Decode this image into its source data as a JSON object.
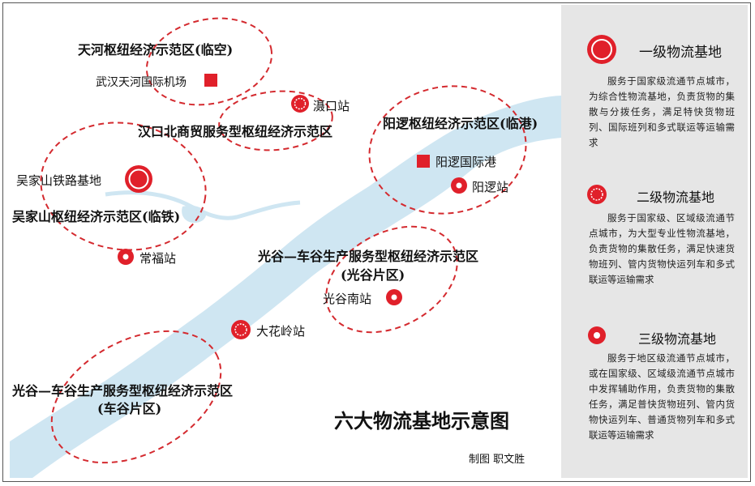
{
  "title": "六大物流基地示意图",
  "credit": "制图 职文胜",
  "zones": {
    "tianhe": "天河枢纽经济示范区(临空)",
    "hankou": "汉口北商贸服务型枢纽经济示范区",
    "yangluo": "阳逻枢纽经济示范区(临港)",
    "wujiashan": "吴家山枢纽经济示范区(临铁)",
    "guanggu_1": "光谷—车谷生产服务型枢纽经济示范区",
    "guanggu_2": "(光谷片区)",
    "chegu_1": "光谷—车谷生产服务型枢纽经济示范区",
    "chegu_2": "(车谷片区)"
  },
  "stations": {
    "tianhe_airport": "武汉天河国际机场",
    "shekou": "滠口站",
    "yangluo_port": "阳逻国际港",
    "yangluo_station": "阳逻站",
    "wujiashan_base": "吴家山铁路基地",
    "changfu": "常福站",
    "guanggu_south": "光谷南站",
    "dahualing": "大花岭站"
  },
  "legend": [
    {
      "icon": "level-1-base-icon",
      "title": "一级物流基地",
      "desc": "服务于国家级流通节点城市，为综合性物流基地，负责货物的集散与分拨任务，满足特快货物班列、国际班列和多式联运等运输需求"
    },
    {
      "icon": "level-2-base-icon",
      "title": "二级物流基地",
      "desc": "服务于国家级、区域级流通节点城市，为大型专业性物流基地，负责货物的集散任务，满足快速货物班列、管内货物快运列车和多式联运等运输需求"
    },
    {
      "icon": "level-3-base-icon",
      "title": "三级物流基地",
      "desc": "服务于地区级流通节点城市，或在国家级、区域级流通节点城市中发挥辅助作用，负责货物的集散任务，满足普快货物班列、管内货物快运列车、普通货物列车和多式联运等运输需求"
    }
  ],
  "colors": {
    "accent": "#e0202a",
    "river": "#cfe6f2",
    "panel": "#e6e6e6"
  }
}
